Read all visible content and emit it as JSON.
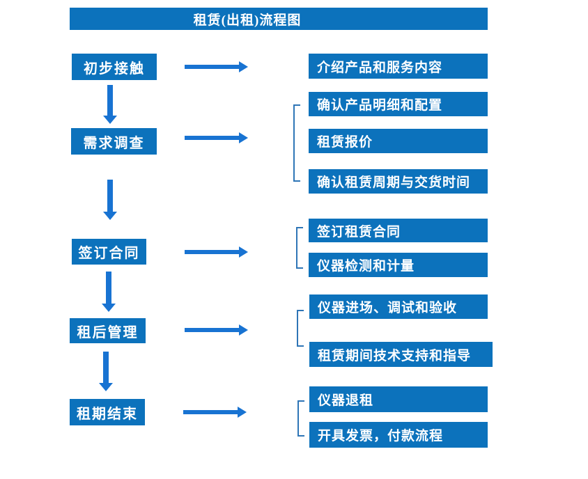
{
  "title": "租赁(出租)流程图",
  "colors": {
    "box_fill": "#0C72BC",
    "arrow": "#1873D2",
    "bracket": "#2E75B6",
    "text": "#FFFFFF",
    "background": "#FFFFFF"
  },
  "stages": [
    {
      "label": "初步接触",
      "details": [
        "介绍产品和服务内容"
      ]
    },
    {
      "label": "需求调查",
      "details": [
        "确认产品明细和配置",
        "租赁报价",
        "确认租赁周期与交货时间"
      ]
    },
    {
      "label": "签订合同",
      "details": [
        "签订租赁合同",
        "仪器检测和计量"
      ]
    },
    {
      "label": "租后管理",
      "details": [
        "仪器进场、调试和验收",
        "租赁期间技术支持和指导"
      ]
    },
    {
      "label": "租期结束",
      "details": [
        "仪器退租",
        "开具发票，付款流程"
      ]
    }
  ]
}
